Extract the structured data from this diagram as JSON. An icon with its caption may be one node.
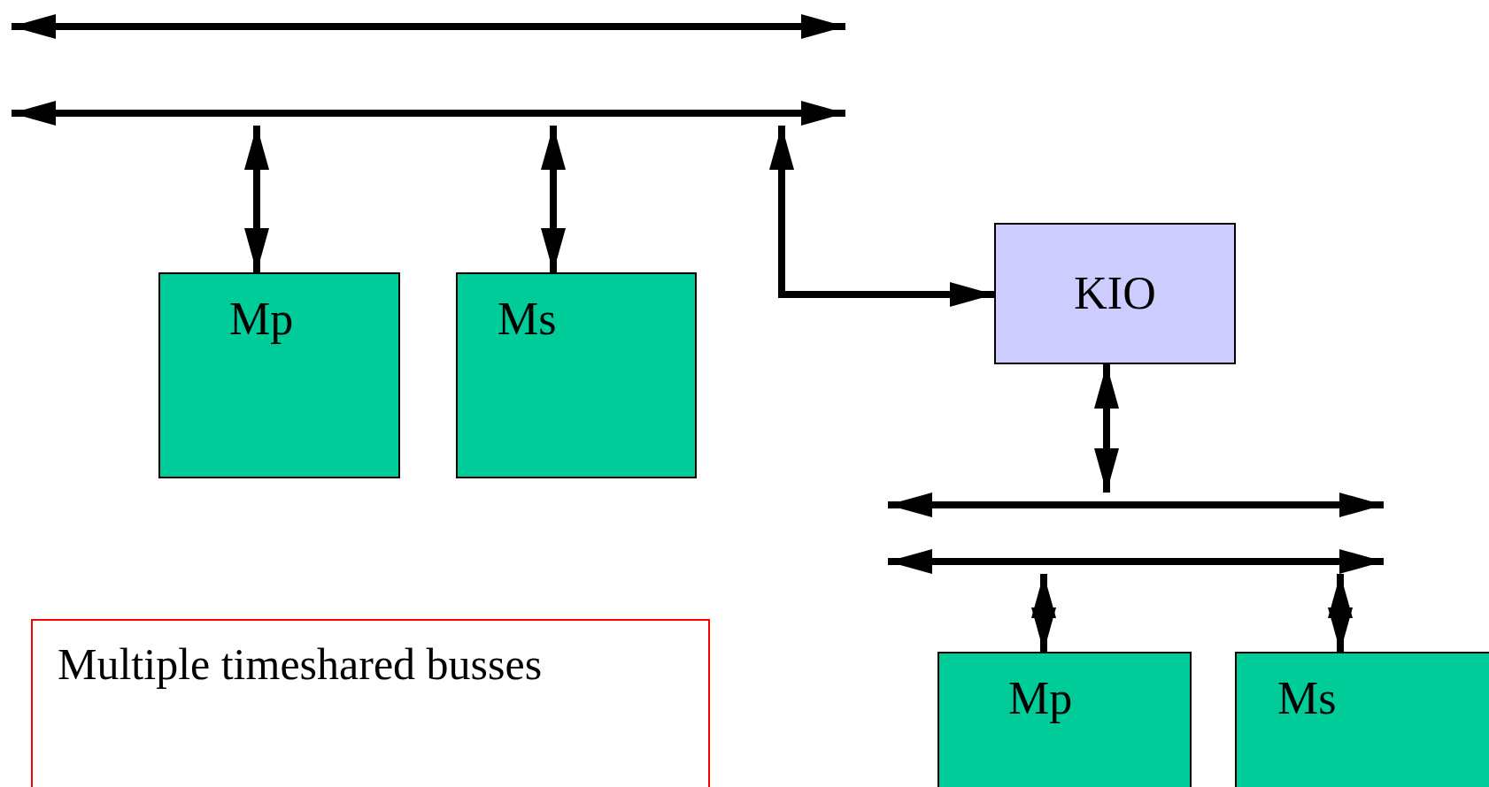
{
  "diagram": {
    "nodes": [
      {
        "text": [],
        "shape": "bar"
      },
      {
        "text": [],
        "shape": "bar"
      },
      {
        "text": [
          "Mp"
        ]
      },
      {
        "text": [
          "Ms"
        ]
      },
      {
        "text": [
          "KIO"
        ]
      },
      {
        "text": [],
        "shape": "bar"
      },
      {
        "text": [],
        "shape": "bar"
      },
      {
        "text": [
          "Mp"
        ]
      },
      {
        "text": [
          "Ms"
        ]
      },
      {
        "text": [
          "Multiple timeshared busses"
        ]
      }
    ],
    "edges": [
      {
        "from": 1,
        "to": 2,
        "arrow": "both"
      },
      {
        "from": 1,
        "to": 3,
        "arrow": "both"
      },
      {
        "from": 1,
        "to": 4,
        "arrow": "both"
      },
      {
        "from": 4,
        "to": 5,
        "arrow": "both"
      },
      {
        "from": 6,
        "to": 7,
        "arrow": "both"
      },
      {
        "from": 6,
        "to": 8,
        "arrow": "both"
      }
    ]
  }
}
